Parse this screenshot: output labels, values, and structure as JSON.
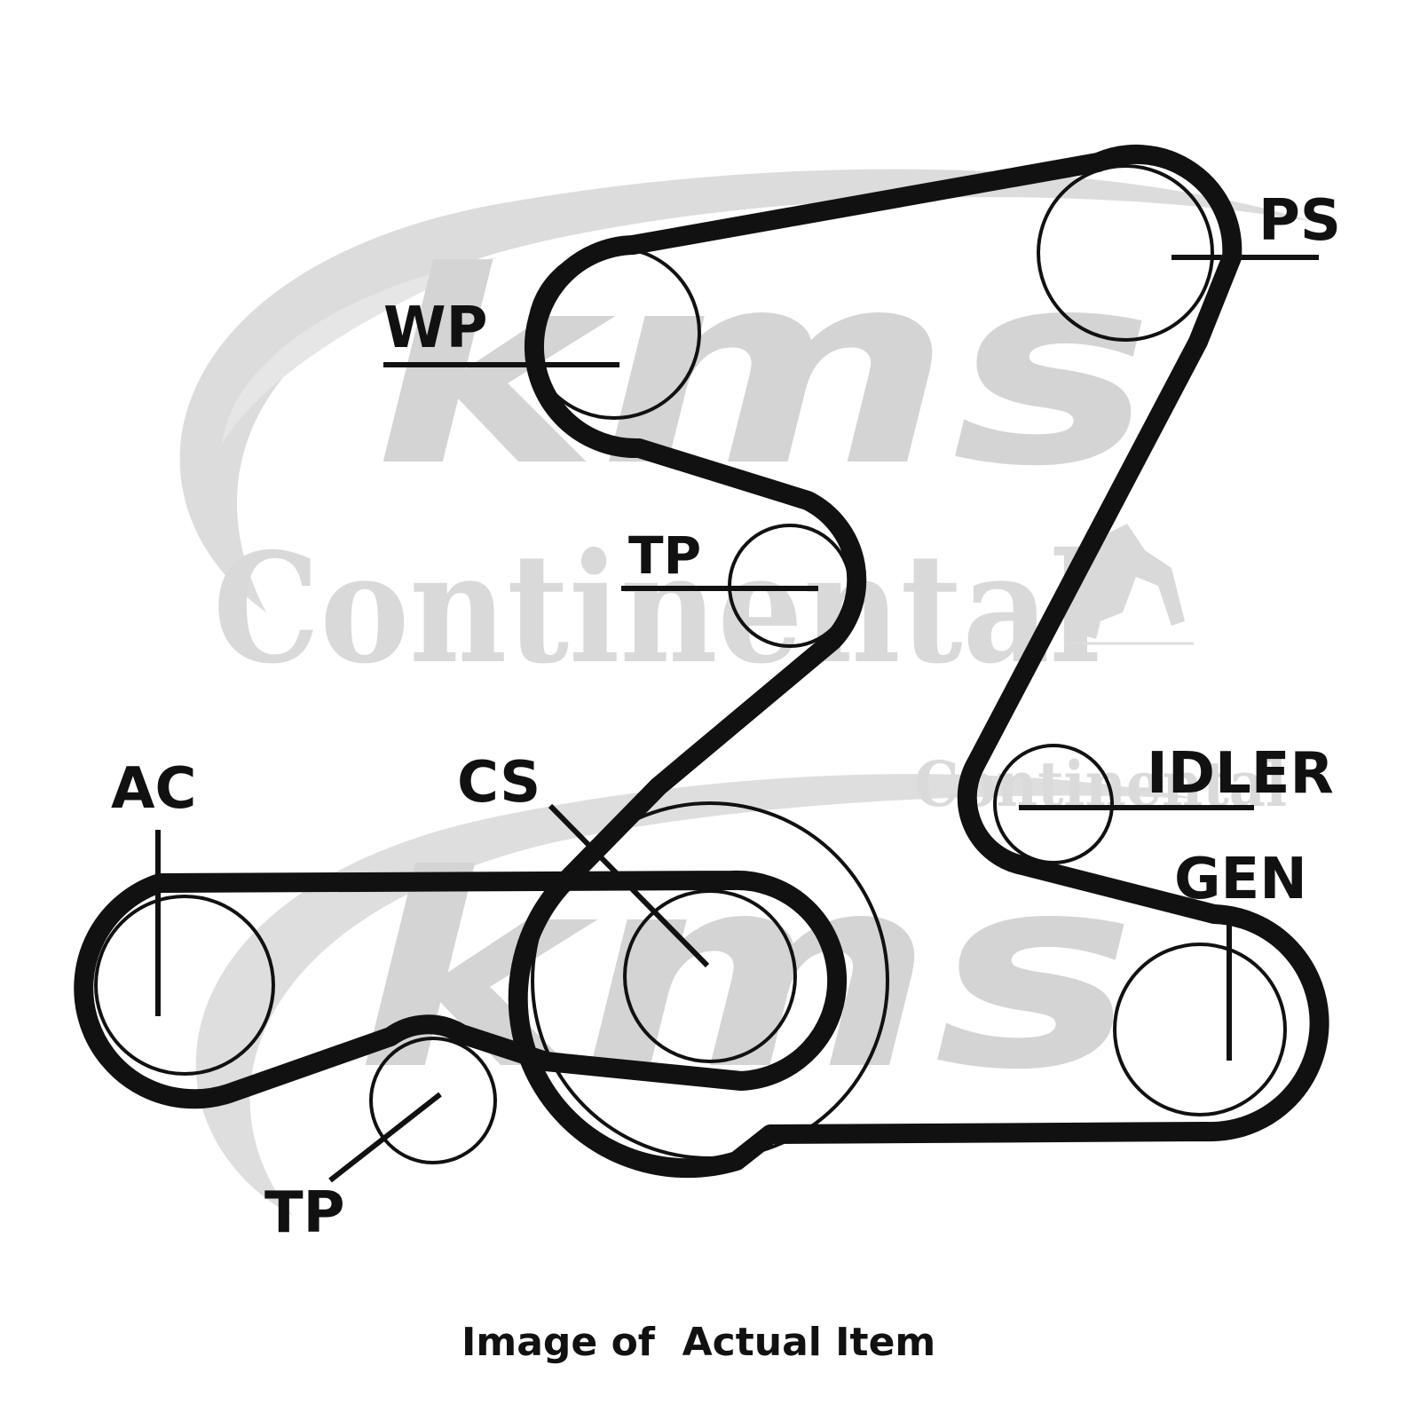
{
  "watermarks": {
    "kms": "kms",
    "continental": "Continental"
  },
  "labels": {
    "wp": "WP",
    "ps": "PS",
    "tp_upper": "TP",
    "idler": "IDLER",
    "gen": "GEN",
    "ac": "AC",
    "cs": "CS",
    "tp_lower": "TP"
  },
  "caption": "Image of  Actual Item",
  "colors": {
    "belt": "#111111",
    "watermark": "#d6d6d6",
    "background": "#ffffff"
  }
}
